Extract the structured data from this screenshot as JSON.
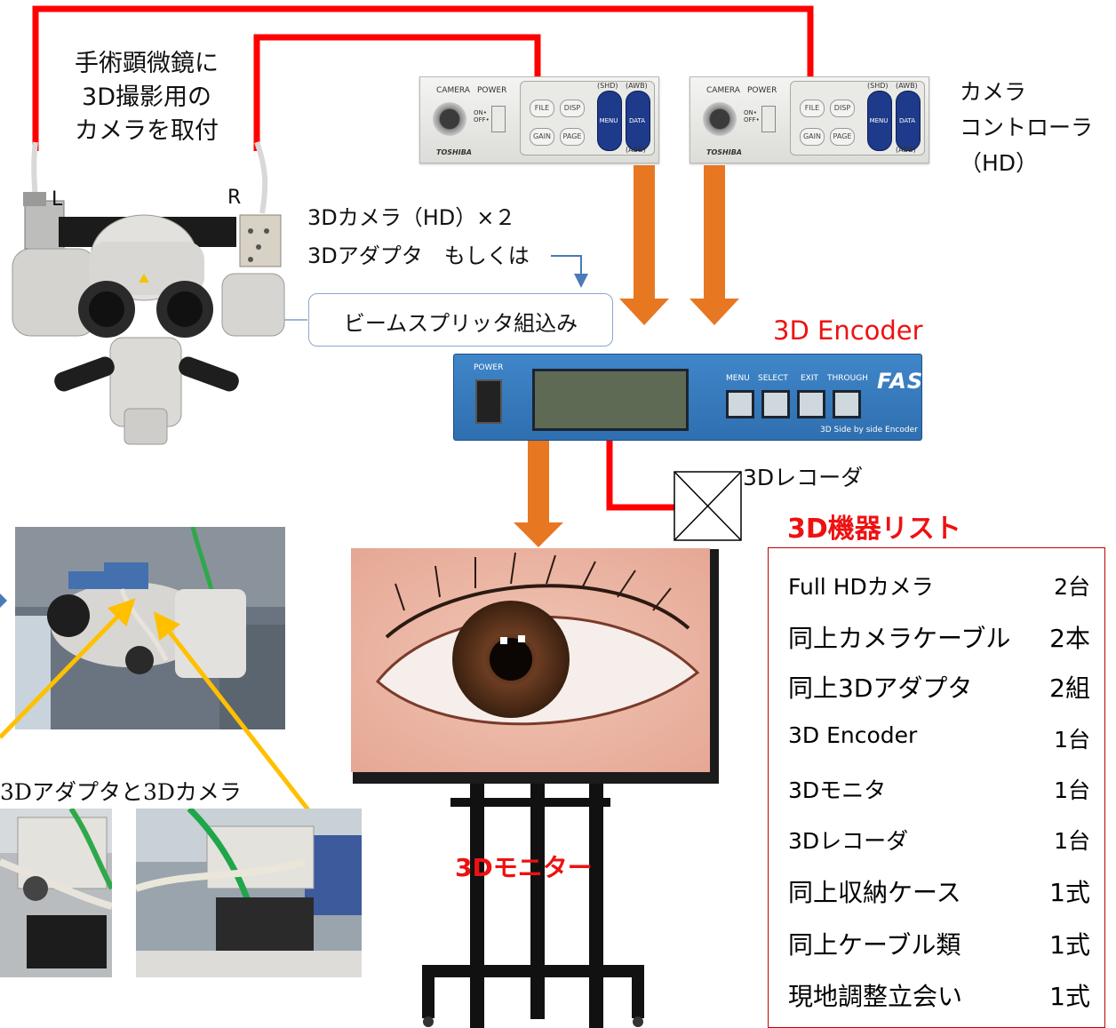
{
  "colors": {
    "wire": "#ff0000",
    "arrow": "#e87722",
    "yellow_arrow": "#ffc000",
    "title_red": "#ee1111",
    "encoder_blue": "#3a7fc0"
  },
  "microscope_caption": [
    "手術顕微鏡に",
    "3D撮影用の",
    "カメラを取付"
  ],
  "camera_left_label": "L",
  "camera_right_label": "R",
  "camera_spec_lines": [
    "3Dカメラ（HD）×２",
    "3Dアダプタ　もしくは"
  ],
  "beam_splitter_label": "ビームスプリッタ組込み",
  "controller_caption": [
    "カメラ",
    "コントローラ",
    "（HD）"
  ],
  "controller": {
    "camera": "CAMERA",
    "power": "POWER",
    "on": "ON•",
    "off": "OFF•",
    "file": "FILE",
    "disp": "DISP",
    "gain": "GAIN",
    "page": "PAGE",
    "shd": "(SHD)",
    "awb": "(AWB)",
    "abb": "(ABB)",
    "menu": "MENU",
    "data": "DATA",
    "brand": "TOSHIBA"
  },
  "encoder_title": "3D Encoder",
  "encoder": {
    "power": "POWER",
    "menu": "MENU",
    "select": "SELECT",
    "exit": "EXIT",
    "through": "THROUGH",
    "logo": "FASE",
    "subtitle": "3D Side by side Encoder"
  },
  "recorder_label": "3Dレコーダ",
  "monitor_label": "3Dモニター",
  "adapter_caption": "3Dアダプタと3Dカメラ",
  "list_title": "3D機器リスト",
  "equipment": [
    {
      "name": "Full HDカメラ",
      "qty": "2台"
    },
    {
      "name": "同上カメラケーブル",
      "qty": "2本"
    },
    {
      "name": "同上3Dアダプタ",
      "qty": "2組"
    },
    {
      "name": "3D Encoder",
      "qty": "1台"
    },
    {
      "name": "3Dモニタ",
      "qty": "1台"
    },
    {
      "name": "3Dレコーダ",
      "qty": "1台"
    },
    {
      "name": "同上収納ケース",
      "qty": "1式"
    },
    {
      "name": "同上ケーブル類",
      "qty": "1式"
    },
    {
      "name": "現地調整立会い",
      "qty": "1式"
    }
  ]
}
